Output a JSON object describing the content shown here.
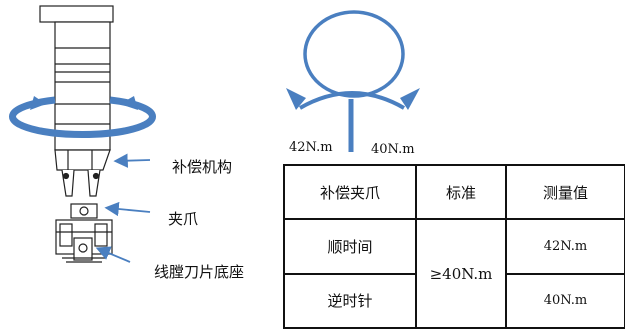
{
  "labels": {
    "compensator": "补偿机构",
    "gripper": "夹爪",
    "blade_base": "线膛刀片底座"
  },
  "torque": {
    "left": "42N.m",
    "right": "40N.m"
  },
  "table": {
    "headers": [
      "补偿夹爪",
      "标准",
      "测量值"
    ],
    "rows": [
      {
        "direction": "顺时间",
        "measured": "42N.m"
      },
      {
        "direction": "逆时针",
        "measured": "40N.m"
      }
    ],
    "standard": "≥40N.m"
  },
  "colors": {
    "accent_blue": "#4a7fc0",
    "line": "#111111"
  }
}
